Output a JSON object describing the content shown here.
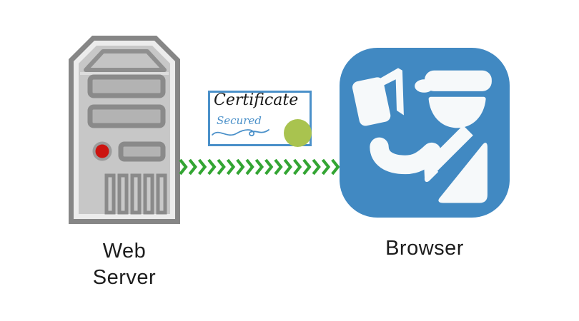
{
  "server": {
    "label_line1": "Web",
    "label_line2": "Server"
  },
  "browser": {
    "label": "Browser"
  },
  "certificate": {
    "title": "Certificate",
    "subtitle": "Secured"
  },
  "connection": {
    "chevron_count": 17
  },
  "colors": {
    "browser_icon_blue": "#4189C2",
    "browser_icon_white": "#F6F9FA",
    "arrow_green": "#33A533",
    "certificate_border_blue": "#4A90C9",
    "seal_green": "#A9C34F",
    "label_text": "#1C1C1C",
    "server_led_red": "#CC1410"
  }
}
